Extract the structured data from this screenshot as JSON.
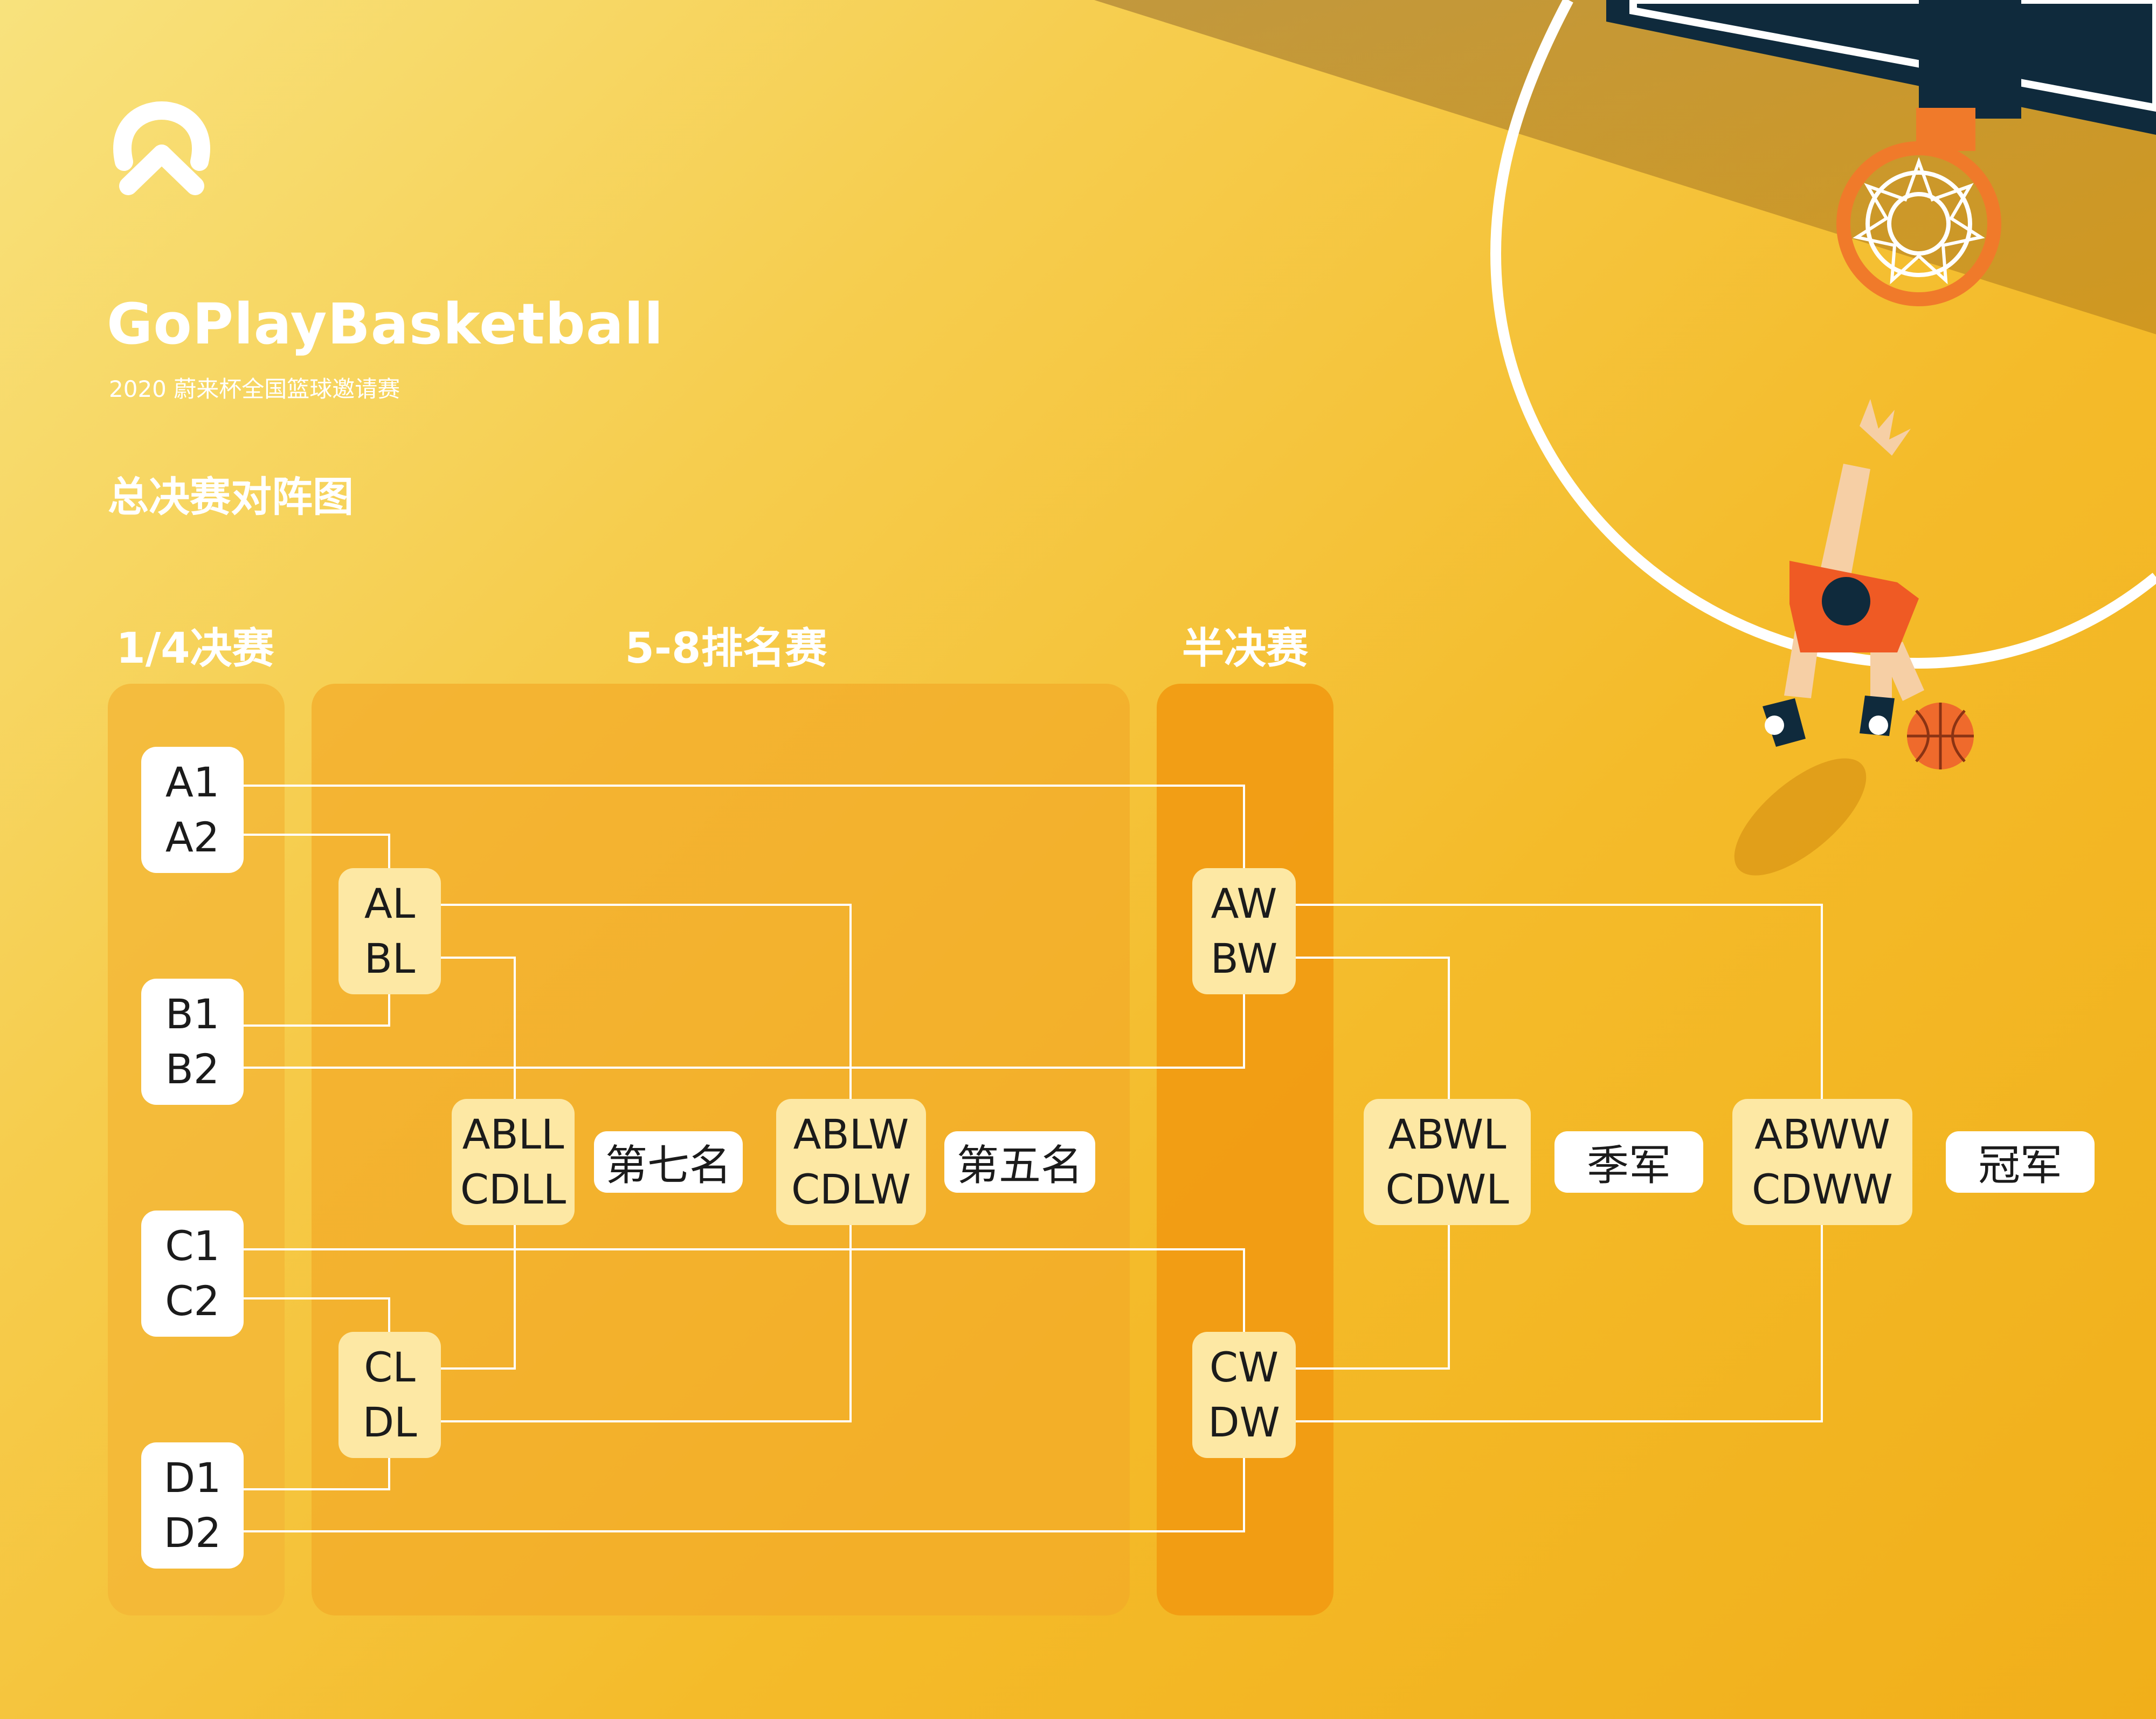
{
  "brand": "GoPlayBasketball",
  "subtitle": "2020 蔚来杯全国篮球邀请赛",
  "heading": "总决赛对阵图",
  "columns": {
    "quarterfinal": "1/4决赛",
    "placement": "5-8排名赛",
    "semifinal": "半决赛"
  },
  "matches": {
    "qf_a": [
      "A1",
      "A2"
    ],
    "qf_b": [
      "B1",
      "B2"
    ],
    "qf_c": [
      "C1",
      "C2"
    ],
    "qf_d": [
      "D1",
      "D2"
    ],
    "ab_losers": [
      "AL",
      "BL"
    ],
    "cd_losers": [
      "CL",
      "DL"
    ],
    "seventh": [
      "ABLL",
      "CDLL"
    ],
    "fifth": [
      "ABLW",
      "CDLW"
    ],
    "semi_top": [
      "AW",
      "BW"
    ],
    "semi_bottom": [
      "CW",
      "DW"
    ],
    "third": [
      "ABWL",
      "CDWL"
    ],
    "final": [
      "ABWW",
      "CDWW"
    ]
  },
  "results": {
    "seventh": "第七名",
    "fifth": "第五名",
    "third": "季军",
    "champion": "冠军"
  },
  "icons": [
    "nio-logo-icon",
    "basketball-hoop-icon",
    "basketball-player-icon",
    "basketball-icon"
  ],
  "colors": {
    "background_light": "#f8e27d",
    "background_dark": "#f1af1a",
    "panel": "#f5b32f",
    "semifinal_panel": "#f29a12",
    "box_white": "#ffffff",
    "box_cream": "#fde8a4",
    "jersey": "#ef5a24",
    "backboard": "#0f2a3c"
  }
}
